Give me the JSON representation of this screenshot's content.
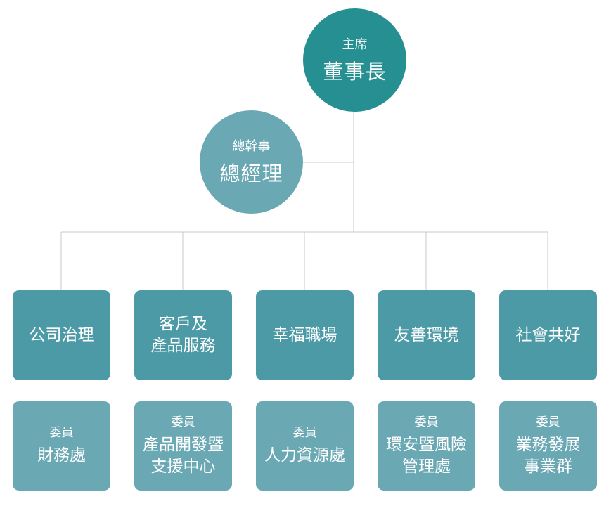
{
  "chair": {
    "role": "主席",
    "title": "董事長"
  },
  "gm": {
    "role": "總幹事",
    "title": "總經理"
  },
  "pillars": [
    "公司治理",
    "客戶及\n產品服務",
    "幸福職場",
    "友善環境",
    "社會共好"
  ],
  "committees": [
    {
      "role": "委員",
      "name": "財務處"
    },
    {
      "role": "委員",
      "name": "產品開發暨\n支援中心"
    },
    {
      "role": "委員",
      "name": "人力資源處"
    },
    {
      "role": "委員",
      "name": "環安暨風險\n管理處"
    },
    {
      "role": "委員",
      "name": "業務發展\n事業群"
    }
  ],
  "colors": {
    "chair_fill": "#258f92",
    "gm_fill": "#6aa8b4",
    "pillar_fill": "#4c9aa6",
    "committee_fill": "#6aa8b4",
    "connector": "#c9c9c9"
  }
}
